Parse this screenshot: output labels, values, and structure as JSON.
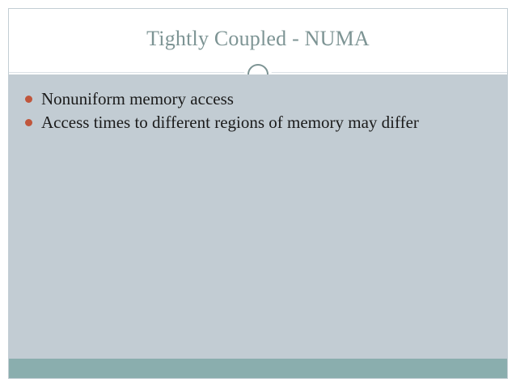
{
  "slide": {
    "title": "Tightly Coupled - NUMA",
    "decoration": {
      "ring_icon": "ring-circle-icon",
      "divider": "title-divider-line"
    },
    "bullets": [
      {
        "marker": "bullet-dot",
        "text": "Nonuniform memory access"
      },
      {
        "marker": "bullet-dot",
        "text": "Access times to different regions of memory may differ"
      }
    ],
    "colors": {
      "page_background": "#ffffff",
      "header_background": "#ffffff",
      "body_background": "#c2ccd3",
      "footer_background": "#8aaeae",
      "title_text": "#7d9494",
      "body_text": "#1b1b1b",
      "bullet_marker": "#c0563c",
      "divider_line": "#dbe2e6",
      "slide_border": "#c3ced4"
    }
  }
}
